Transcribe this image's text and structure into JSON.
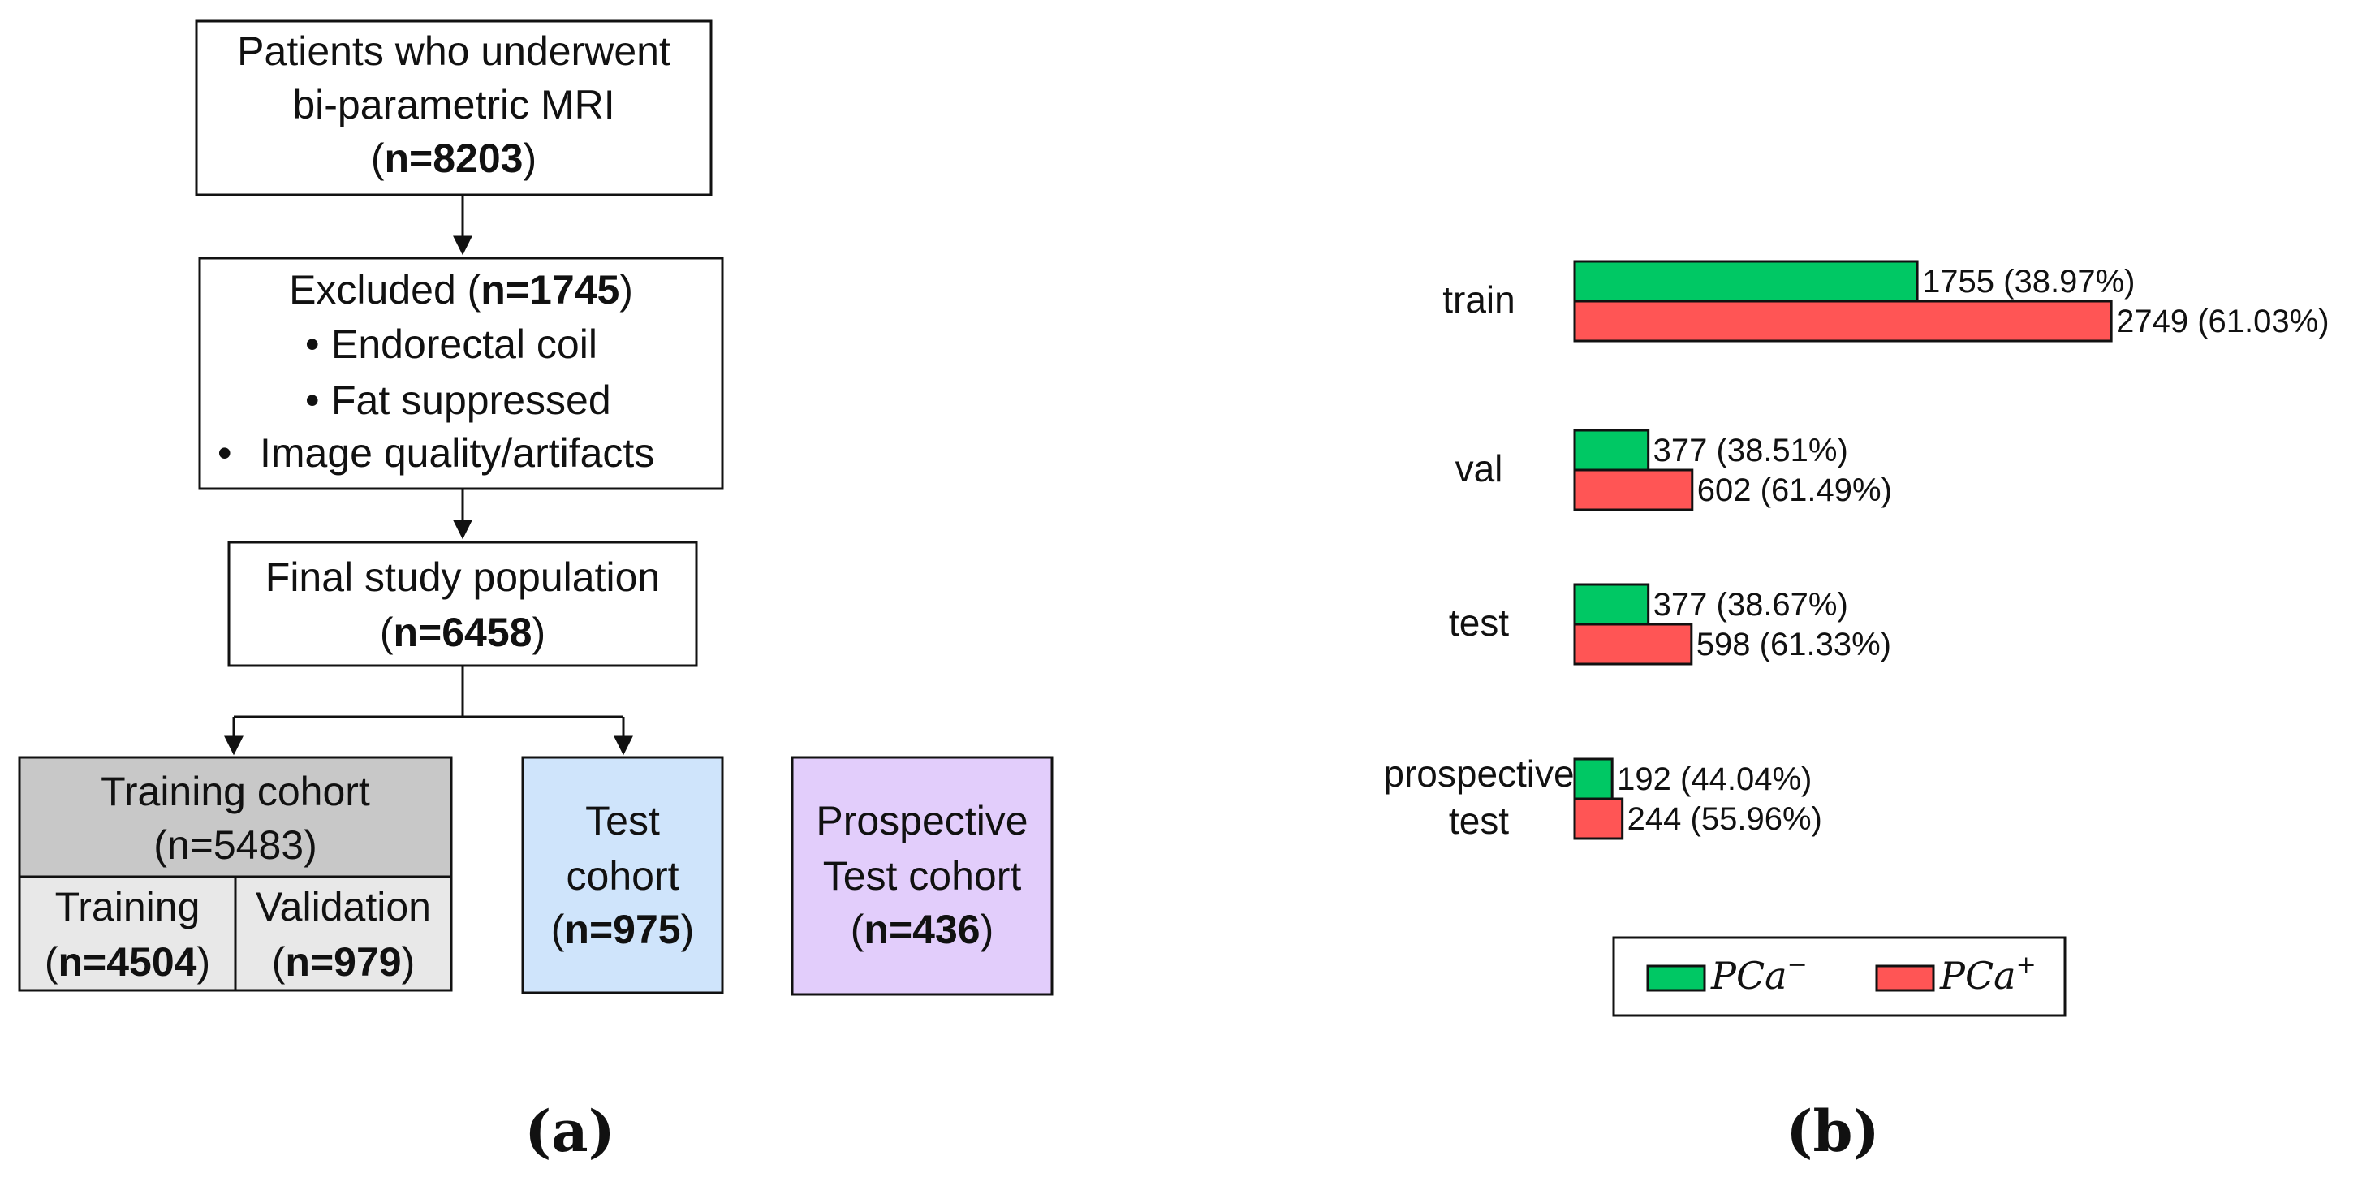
{
  "panel_a": {
    "caption": "(a)",
    "box1": {
      "line1": "Patients who underwent",
      "line2": "bi-parametric MRI",
      "open": "(",
      "count": "n=8203",
      "close": ")"
    },
    "box2": {
      "open": "Excluded (",
      "count": "n=1745",
      "close": ")",
      "bullet": "•",
      "items": [
        "Endorectal coil",
        "Fat suppressed",
        "Image quality/artifacts"
      ]
    },
    "box3": {
      "line1": "Final study population",
      "open": "(",
      "count": "n=6458",
      "close": ")"
    },
    "training_cohort": {
      "title": "Training cohort",
      "count": "(n=5483)",
      "training": {
        "label": "Training",
        "open": "(",
        "count": "n=4504",
        "close": ")"
      },
      "validation": {
        "label": "Validation",
        "open": "(",
        "count": "n=979",
        "close": ")"
      }
    },
    "test_cohort": {
      "line1": "Test",
      "line2": "cohort",
      "open": "(",
      "count": "n=975",
      "close": ")"
    },
    "prospective_cohort": {
      "line1": "Prospective",
      "line2": "Test cohort",
      "open": "(",
      "count": "n=436",
      "close": ")"
    }
  },
  "panel_b": {
    "caption": "(b)",
    "legend": {
      "neg": {
        "base": "PCa",
        "sup": "−"
      },
      "pos": {
        "base": "PCa",
        "sup": "+"
      }
    }
  },
  "colors": {
    "neg": "#00c864",
    "pos": "#ff5555",
    "gray": "#c8c8c8",
    "light_gray": "#e8e8e8",
    "test_blue": "#cfe4fb",
    "prospective_purple": "#e2cdfb"
  },
  "chart_data": {
    "type": "bar",
    "orientation": "horizontal",
    "categories": [
      "train",
      "val",
      "test",
      "prospective test"
    ],
    "category_labels": [
      [
        "train"
      ],
      [
        "val"
      ],
      [
        "test"
      ],
      [
        "prospective",
        "test"
      ]
    ],
    "series": [
      {
        "name": "PCa−",
        "values": [
          1755,
          377,
          377,
          192
        ],
        "labels": [
          "1755 (38.97%)",
          "377 (38.51%)",
          "377 (38.67%)",
          "192 (44.04%)"
        ]
      },
      {
        "name": "PCa+",
        "values": [
          2749,
          602,
          598,
          244
        ],
        "labels": [
          "2749 (61.03%)",
          "602 (61.49%)",
          "598 (61.33%)",
          "244 (55.96%)"
        ]
      }
    ],
    "xaxis_visible": false,
    "legend_position": "bottom",
    "grid": false
  }
}
